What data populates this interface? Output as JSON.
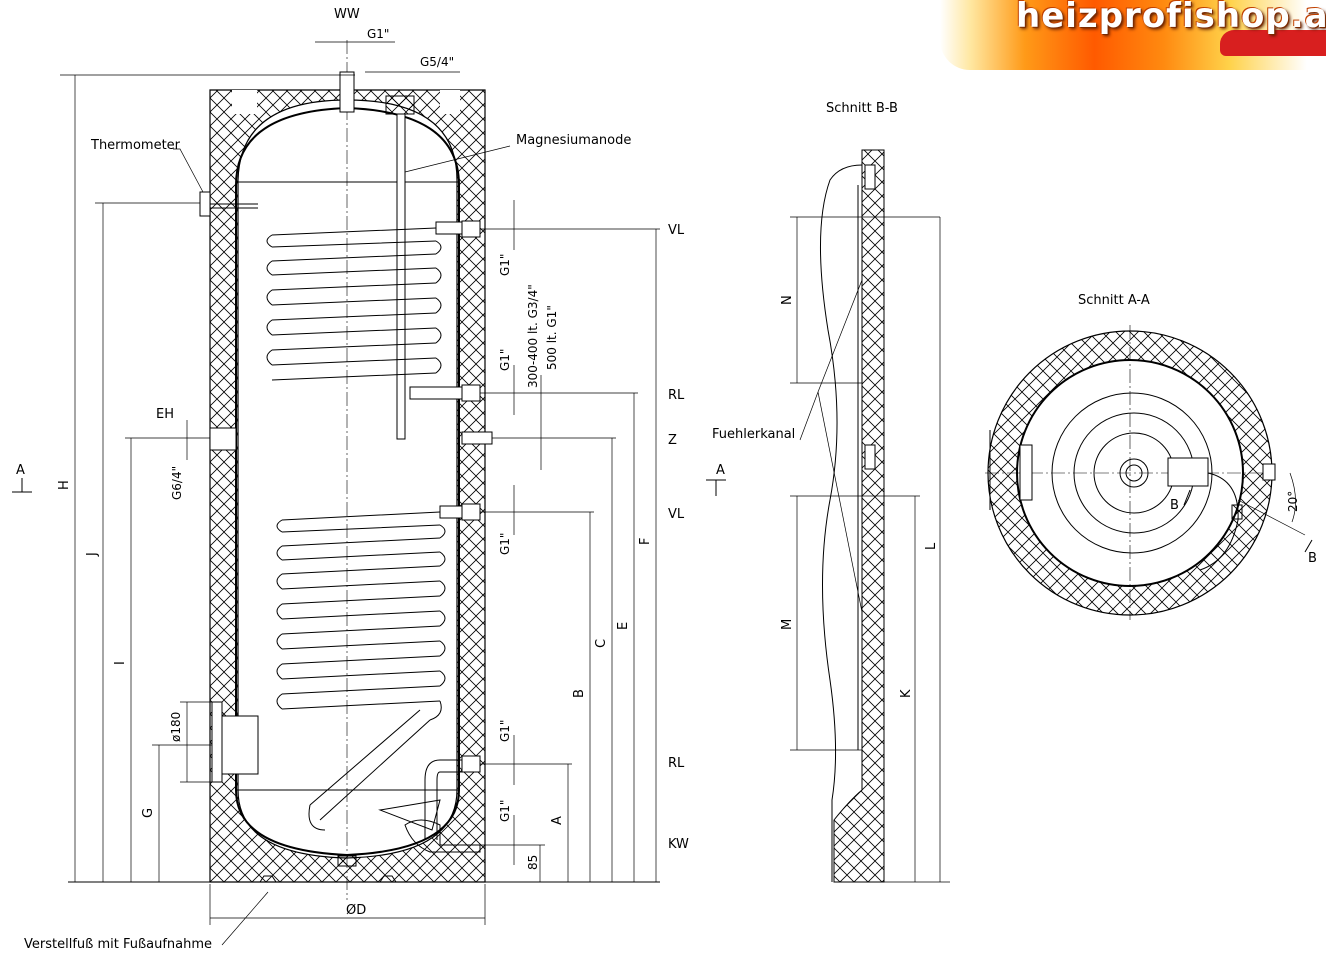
{
  "logo": {
    "text": "heizprofishop.a"
  },
  "main_view": {
    "labels": {
      "ww": "WW",
      "g1_top": "G1\"",
      "g54": "G5/4\"",
      "magnesium": "Magnesiumanode",
      "thermometer": "Thermometer",
      "vl_top": "VL",
      "rl_top": "RL",
      "z": "Z",
      "vl_bottom": "VL",
      "rl_bottom": "RL",
      "kw": "KW",
      "eh": "EH",
      "g64": "G6/4\"",
      "d180": "ø180",
      "section_a_left": "A",
      "volume_note_1": "300-400 lt. G3/4\"",
      "volume_note_2": "500 lt. G1\"",
      "g1_a": "G1\"",
      "g1_b": "G1\"",
      "g1_c": "G1\"",
      "g1_d": "G1\"",
      "g1_e": "G1\"",
      "dim_85": "85",
      "diameter": "ØD",
      "foot": "Verstellfuß mit Fußaufnahme"
    },
    "dims": [
      "H",
      "J",
      "I",
      "G",
      "A",
      "B",
      "C",
      "E",
      "F"
    ]
  },
  "section_bb": {
    "title": "Schnitt B-B",
    "sensor_channel": "Fuehlerkanal",
    "section_a": "A",
    "dims": [
      "N",
      "M",
      "L",
      "K"
    ]
  },
  "section_aa": {
    "title": "Schnitt A-A",
    "b_inner": "B",
    "b_outer": "B",
    "angle": "20°"
  }
}
